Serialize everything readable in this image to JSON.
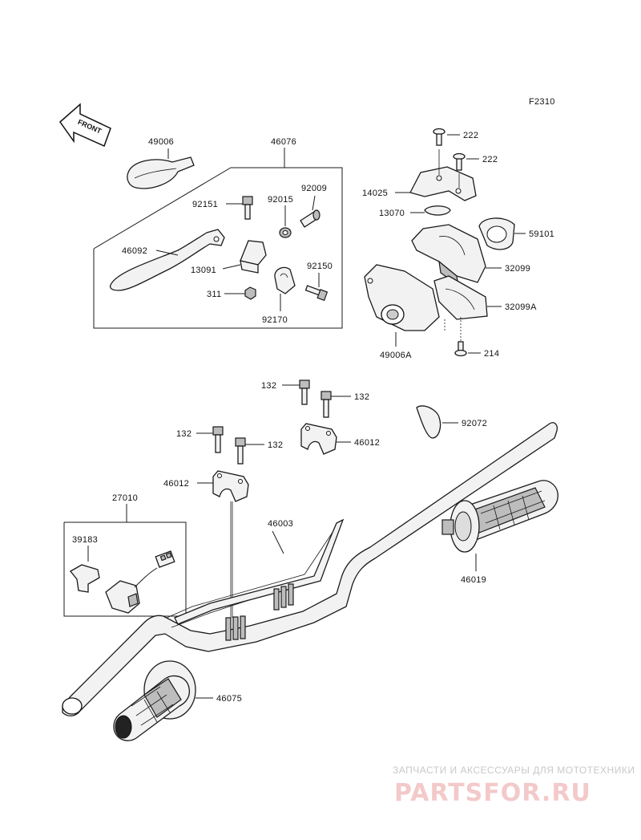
{
  "figure_code": "F2310",
  "front_label": "FRONT",
  "parts": {
    "p49006": "49006",
    "p46076": "46076",
    "p92151": "92151",
    "p92015": "92015",
    "p92009": "92009",
    "p46092": "46092",
    "p13091": "13091",
    "p92150": "92150",
    "p311": "311",
    "p92170": "92170",
    "p222a": "222",
    "p222b": "222",
    "p14025": "14025",
    "p13070": "13070",
    "p59101": "59101",
    "p32099": "32099",
    "p32099A": "32099A",
    "p49006A": "49006A",
    "p214": "214",
    "p132a": "132",
    "p132b": "132",
    "p132c": "132",
    "p132d": "132",
    "p46012a": "46012",
    "p46012b": "46012",
    "p92072": "92072",
    "p27010": "27010",
    "p39183": "39183",
    "p46003": "46003",
    "p46019": "46019",
    "p46075": "46075"
  },
  "watermark": {
    "subtitle": "ЗАПЧАСТИ И АКСЕССУАРЫ ДЛЯ МОТОТЕХНИКИ",
    "logo": "PARTSFOR.RU"
  }
}
